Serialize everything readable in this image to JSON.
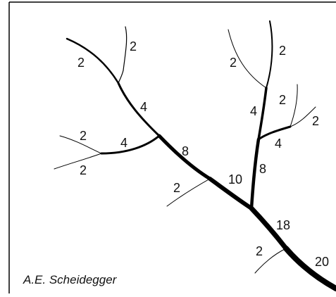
{
  "diagram": {
    "credit": "A.E. Scheidegger",
    "labels": {
      "l1": "2",
      "l2": "2",
      "l3": "4",
      "l4": "2",
      "l5": "4",
      "l6": "2",
      "l7": "8",
      "l8": "2",
      "l9": "10",
      "l10": "2",
      "l11": "2",
      "l12": "4",
      "l13": "2",
      "l14": "2",
      "l15": "4",
      "l16": "8",
      "l17": "18",
      "l18": "2",
      "l19": "20"
    }
  }
}
